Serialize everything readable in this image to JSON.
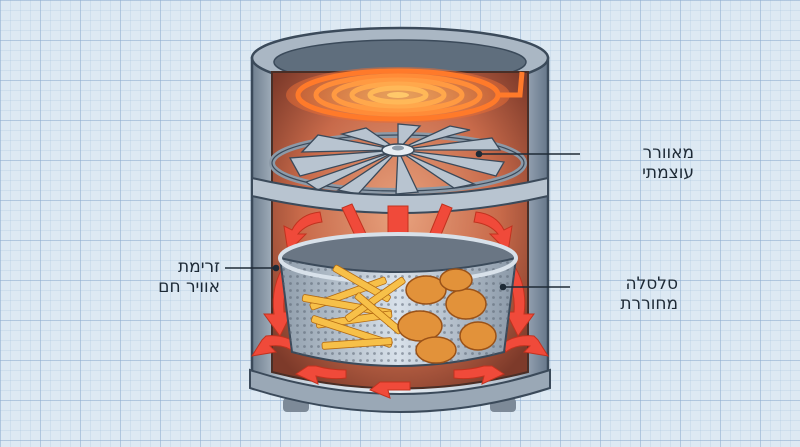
{
  "labels": {
    "fan": {
      "line1": "מאוורר",
      "line2": "עוצמתי"
    },
    "airflow": {
      "line1": "זרימת",
      "line2": "אוויר חם"
    },
    "basket": {
      "line1": "סלסלה",
      "line2": "מחוררת"
    }
  },
  "colors": {
    "background": "#dde9f3",
    "grid": "#8caacd",
    "metal": "#8c9aa8",
    "heating_coil": "#ff7a2a",
    "chamber_glow": "#c86a4a",
    "arrows": "#f04a3a",
    "food": "#f2a83a"
  },
  "icons": [
    "heating-coil-icon",
    "fan-icon",
    "hot-air-arrow-icon",
    "basket-icon",
    "fries-icon",
    "nuggets-icon"
  ]
}
